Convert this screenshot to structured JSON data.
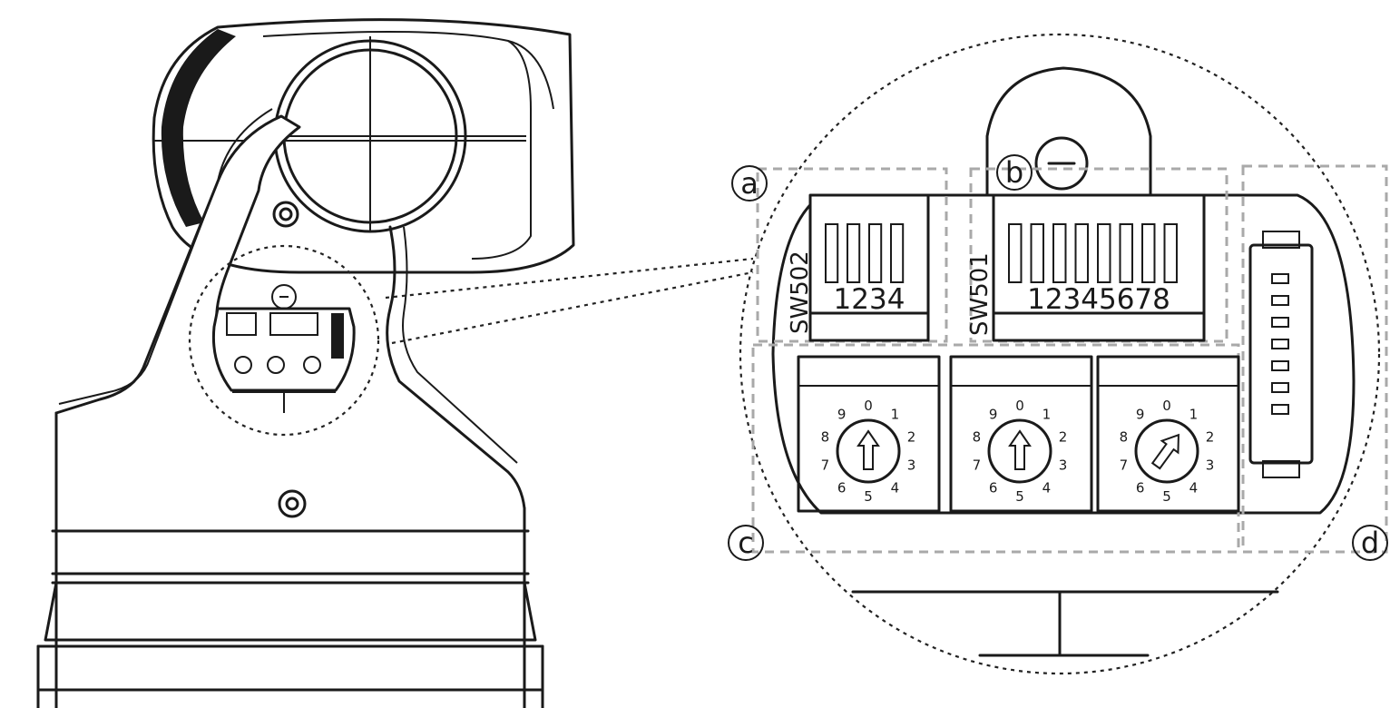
{
  "callouts": [
    {
      "id": "a",
      "label": "a"
    },
    {
      "id": "b",
      "label": "b"
    },
    {
      "id": "c",
      "label": "c"
    },
    {
      "id": "d",
      "label": "d"
    }
  ],
  "dip_switches": [
    {
      "name": "SW502",
      "pins": [
        "1",
        "2",
        "3",
        "4"
      ]
    },
    {
      "name": "SW501",
      "pins": [
        "1",
        "2",
        "3",
        "4",
        "5",
        "6",
        "7",
        "8"
      ]
    }
  ],
  "rotary_dials": [
    {
      "id": "dial-1",
      "digits": [
        "0",
        "1",
        "2",
        "3",
        "4",
        "5",
        "6",
        "7",
        "8",
        "9"
      ],
      "arrow_points_to": "0"
    },
    {
      "id": "dial-2",
      "digits": [
        "0",
        "1",
        "2",
        "3",
        "4",
        "5",
        "6",
        "7",
        "8",
        "9"
      ],
      "arrow_points_to": "0"
    },
    {
      "id": "dial-3",
      "digits": [
        "0",
        "1",
        "2",
        "3",
        "4",
        "5",
        "6",
        "7",
        "8",
        "9"
      ],
      "arrow_points_to": "1"
    }
  ],
  "connector_pins": 7
}
